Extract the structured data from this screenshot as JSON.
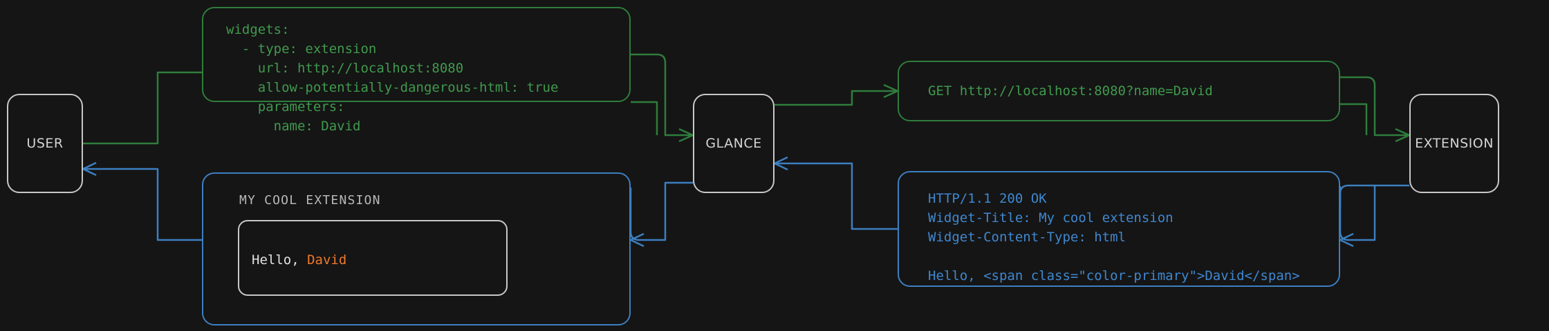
{
  "theme": {
    "background": "#151515",
    "node_border": "#c8c8c8",
    "node_text": "#d4d4d4",
    "green": "#409a4e",
    "green_border": "#2f7d3c",
    "blue": "#3f88d1",
    "blue_border": "#3d7fc1",
    "accent_orange": "#f0792b",
    "widget_text": "#e2e2e2",
    "widget_title": "#b9b9b9"
  },
  "nodes": {
    "user": {
      "label": "USER"
    },
    "glance": {
      "label": "GLANCE"
    },
    "extension": {
      "label": "EXTENSION"
    }
  },
  "panels": {
    "yaml_config": {
      "color": "green",
      "text": "widgets:\n  - type: extension\n    url: http://localhost:8080\n    allow-potentially-dangerous-html: true\n    parameters:\n      name: David"
    },
    "http_request": {
      "color": "green",
      "text": "GET http://localhost:8080?name=David"
    },
    "http_response": {
      "color": "blue",
      "text": "HTTP/1.1 200 OK\nWidget-Title: My cool extension\nWidget-Content-Type: html\n\nHello, <span class=\"color-primary\">David</span>"
    },
    "rendered_widget": {
      "color": "blue",
      "title": "MY COOL EXTENSION",
      "body_prefix": "Hello, ",
      "body_accent": "David"
    }
  },
  "connectors": [
    {
      "name": "user-to-yaml",
      "color": "green",
      "direction": "right",
      "from": "user",
      "to": "yaml_config"
    },
    {
      "name": "yaml-to-glance",
      "color": "green",
      "direction": "right",
      "from": "yaml_config",
      "to": "glance"
    },
    {
      "name": "glance-to-request",
      "color": "green",
      "direction": "right",
      "from": "glance",
      "to": "http_request"
    },
    {
      "name": "request-to-extension",
      "color": "green",
      "direction": "right",
      "from": "http_request",
      "to": "extension"
    },
    {
      "name": "extension-to-response",
      "color": "blue",
      "direction": "left",
      "from": "extension",
      "to": "http_response"
    },
    {
      "name": "response-to-glance",
      "color": "blue",
      "direction": "left",
      "from": "http_response",
      "to": "glance"
    },
    {
      "name": "glance-to-widget",
      "color": "blue",
      "direction": "left",
      "from": "glance",
      "to": "rendered_widget"
    },
    {
      "name": "widget-to-user",
      "color": "blue",
      "direction": "left",
      "from": "rendered_widget",
      "to": "user"
    }
  ]
}
